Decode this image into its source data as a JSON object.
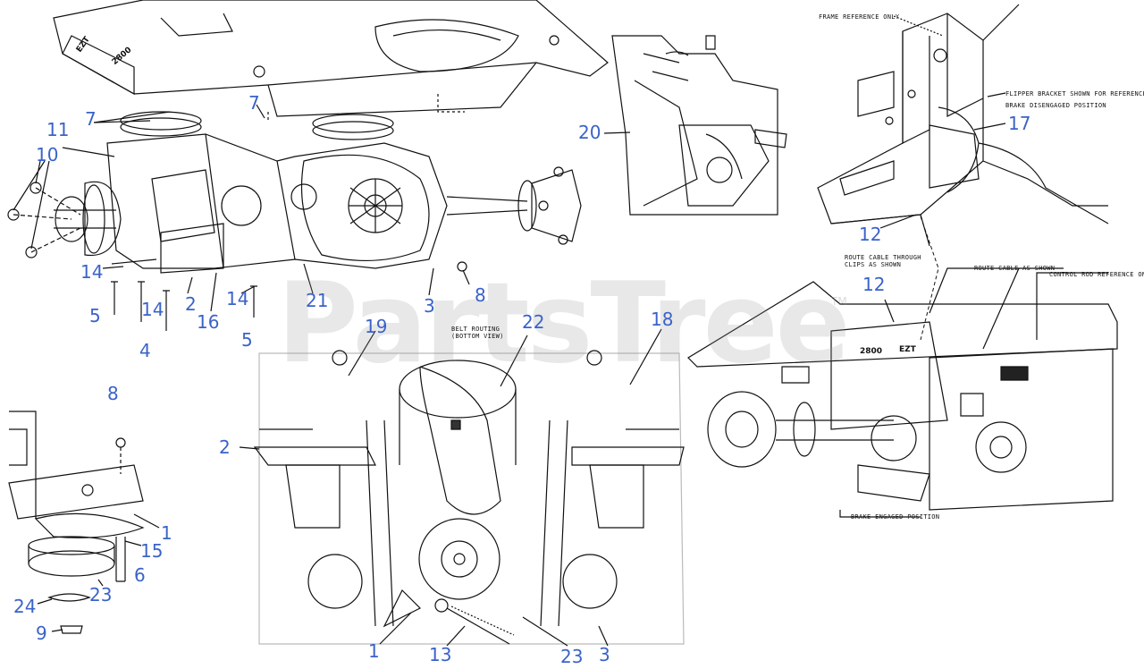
{
  "diagram": {
    "label_color": "#3a63c9",
    "line_color": "#111111",
    "watermark": {
      "text": "PartsTree",
      "tm": "TM",
      "color": "#9a9a9a"
    },
    "callouts": [
      "11",
      "10",
      "7",
      "7",
      "14",
      "5",
      "14",
      "2",
      "16",
      "14",
      "5",
      "4",
      "21",
      "3",
      "8",
      "20",
      "17",
      "12",
      "12",
      "19",
      "22",
      "18",
      "2",
      "8",
      "1",
      "15",
      "6",
      "23",
      "24",
      "9",
      "1",
      "13",
      "23",
      "3"
    ],
    "notes": {
      "frame_ref": "FRAME REFERENCE ONLY",
      "flipper": "FLIPPER BRACKET SHOWN FOR REFERENCE ONLY",
      "brake_dis": "BRAKE DISENGAGED POSITION",
      "route_clips_1": "ROUTE CABLE THROUGH",
      "route_clips_2": "CLIPS AS SHOWN",
      "route_shown": "ROUTE CABLE AS SHOWN",
      "control_rod": "CONTROL ROD REFERENCE ONLY",
      "belt_1": "BELT ROUTING",
      "belt_2": "(BOTTOM VIEW)",
      "brake_eng": "BRAKE ENGAGED POSITION"
    },
    "brand_marks": [
      "EZT",
      "2800",
      "2800",
      "EZT"
    ]
  }
}
